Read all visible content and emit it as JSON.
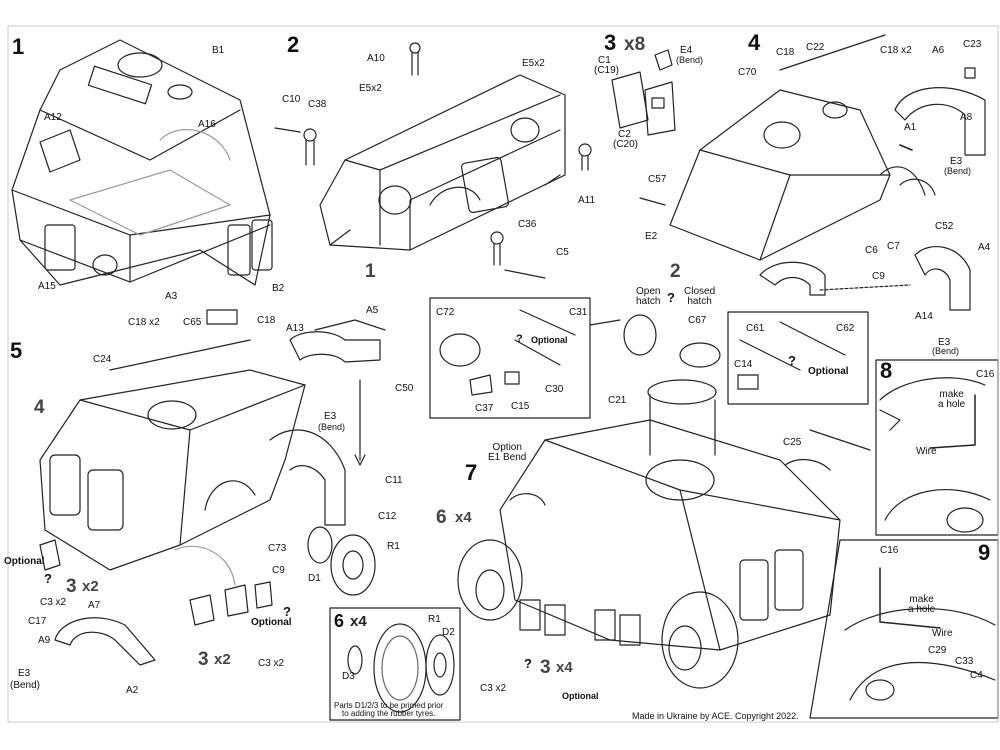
{
  "colors": {
    "line": "#222222",
    "gray": "#9a9a9a",
    "dark": "#444444",
    "background": "#ffffff"
  },
  "steps": {
    "s1": "1",
    "s2": "2",
    "s3": "3",
    "s4": "4",
    "s5": "5",
    "s6": "6",
    "s7": "7",
    "s8": "8",
    "s9": "9"
  },
  "quantities": {
    "x8": "x8",
    "x2": "x2",
    "x4": "x4"
  },
  "labels": {
    "B1": "B1",
    "A12": "A12",
    "A16": "A16",
    "A15": "A15",
    "A3": "A3",
    "B2": "B2",
    "C10": "C10",
    "C38": "C38",
    "A10": "A10",
    "E5x2a": "E5x2",
    "E5x2b": "E5x2",
    "C36": "C36",
    "C5": "C5",
    "A11": "A11",
    "s2sub1": "1",
    "C1": "C1",
    "C19": "(C19)",
    "E4": "E4",
    "Bend": "(Bend)",
    "C2": "C2",
    "C20": "(C20)",
    "C18": "C18",
    "C22": "C22",
    "C18x2": "C18 x2",
    "A6": "A6",
    "C23": "C23",
    "C70": "C70",
    "A1": "A1",
    "A8": "A8",
    "E3": "E3",
    "E3Bend": "(Bend)",
    "C57": "C57",
    "E2": "E2",
    "C6": "C6",
    "C7": "C7",
    "C9": "C9",
    "s4sub2": "2",
    "C52": "C52",
    "A4": "A4",
    "A14": "A14",
    "E3b": "E3",
    "E3bBend": "(Bend)",
    "C18x2b": "C18 x2",
    "C65": "C65",
    "C18b": "C18",
    "A13": "A13",
    "A5": "A5",
    "C24": "C24",
    "s5sub4": "4",
    "E3c": "E3",
    "E3cBend": "(Bend)",
    "C50": "C50",
    "C11": "C11",
    "C12": "C12",
    "C73": "C73",
    "C9b": "C9",
    "D1": "D1",
    "R1": "R1",
    "Optional": "Optional",
    "C3x2": "C3 x2",
    "C17": "C17",
    "A7": "A7",
    "A9": "A9",
    "E3d": "E3",
    "E3dBend": "(Bend)",
    "A2": "A2",
    "Optional2": "Optional",
    "C3x2b": "C3 x2",
    "C72": "C72",
    "C31": "C31",
    "Optional3": "Optional",
    "C30": "C30",
    "C37": "C37",
    "C15": "C15",
    "OpenHatch": "Open\nhatch",
    "ClosedHatch": "Closed\nhatch",
    "C67": "C67",
    "C21": "C21",
    "C61": "C61",
    "C62": "C62",
    "C14": "C14",
    "Optional4": "Optional",
    "C25": "C25",
    "OptionE1": "Option\nE1 Bend",
    "s7qty": "x4",
    "C3x2c": "C3 x2",
    "Optional5": "Optional",
    "R1b": "R1",
    "D2": "D2",
    "D3": "D3",
    "RubberNote": "Parts D1/2/3 to be primed prior\nto adding the rubber tyres.",
    "C16": "C16",
    "MakeHole": "make\na hole",
    "Wire": "Wire",
    "C16b": "C16",
    "MakeHole2": "make\na hole",
    "Wire2": "Wire",
    "C29": "C29",
    "C33": "C33",
    "C4": "C4",
    "Copyright": "Made in Ukraine by ACE. Copyright 2022."
  }
}
